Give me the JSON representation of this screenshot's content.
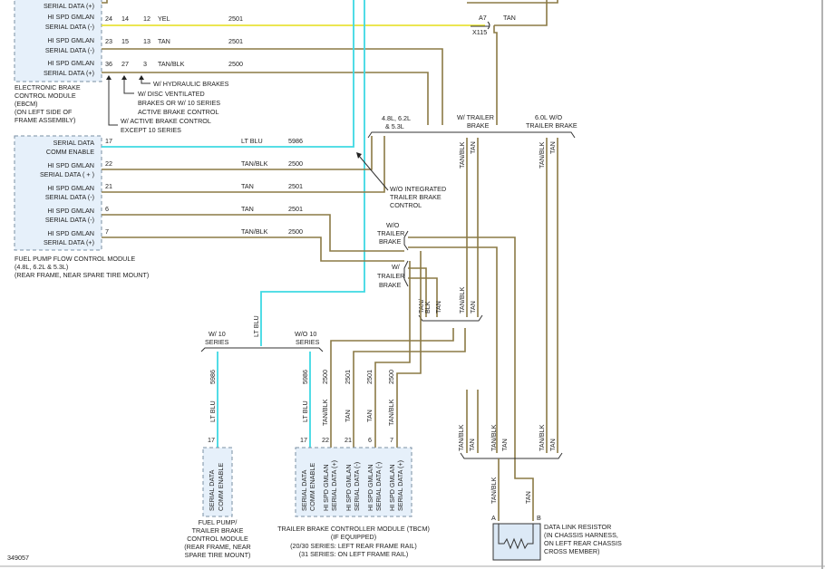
{
  "ebcm": {
    "pins": [
      {
        "label1": "SERIAL DATA (+)",
        "label2": "",
        "cav": "",
        "a": "",
        "b": "",
        "color": "",
        "circuit": ""
      },
      {
        "label1": "HI SPD GMLAN",
        "label2": "SERIAL DATA (-)",
        "cav": "24",
        "a": "14",
        "b": "12",
        "color": "YEL",
        "circuit": "2501"
      },
      {
        "label1": "HI SPD GMLAN",
        "label2": "SERIAL DATA (-)",
        "cav": "23",
        "a": "15",
        "b": "13",
        "color": "TAN",
        "circuit": "2501"
      },
      {
        "label1": "HI SPD GMLAN",
        "label2": "SERIAL DATA (+)",
        "cav": "36",
        "a": "27",
        "b": "3",
        "color": "TAN/BLK",
        "circuit": "2500"
      }
    ],
    "name_lines": [
      "ELECTRONIC BRAKE",
      "CONTROL MODULE",
      "(EBCM)",
      "(ON LEFT SIDE OF",
      "FRAME ASSEMBLY)"
    ],
    "notes": [
      "W/ HYDRAULIC BRAKES",
      "W/ DISC VENTILATED",
      "BRAKES OR W/ 10 SERIES",
      "ACTIVE BRAKE CONTROL",
      "W/ ACTIVE BRAKE CONTROL",
      "EXCEPT 10 SERIES"
    ]
  },
  "x115": {
    "cavity": "A7",
    "color": "TAN",
    "name": "X115"
  },
  "fpfcm": {
    "pins": [
      {
        "label1": "SERIAL DATA",
        "label2": "COMM ENABLE",
        "cav": "17",
        "color": "LT BLU",
        "circuit": "5986"
      },
      {
        "label1": "HI SPD GMLAN",
        "label2": "SERIAL DATA ( + )",
        "cav": "22",
        "color": "TAN/BLK",
        "circuit": "2500"
      },
      {
        "label1": "HI SPD GMLAN",
        "label2": "SERIAL DATA (-)",
        "cav": "21",
        "color": "TAN",
        "circuit": "2501"
      },
      {
        "label1": "HI SPD GMLAN",
        "label2": "SERIAL DATA (-)",
        "cav": "6",
        "color": "TAN",
        "circuit": "2501"
      },
      {
        "label1": "HI SPD GMLAN",
        "label2": "SERIAL DATA (+)",
        "cav": "7",
        "color": "TAN/BLK",
        "circuit": "2500"
      }
    ],
    "name_lines": [
      "FUEL PUMP FLOW CONTROL MODULE",
      "(4.8L, 6.2L & 5.3L)",
      "(REAR FRAME, NEAR SPARE TIRE MOUNT)"
    ]
  },
  "options": {
    "engine_lines": [
      "4.8L, 6.2L",
      "& 5.3L"
    ],
    "with_trailer_lines": [
      "W/ TRAILER",
      "BRAKE"
    ],
    "six_liter_lines": [
      "6.0L W/O",
      "TRAILER BRAKE"
    ],
    "wo_integrated_lines": [
      "W/O INTEGRATED",
      "TRAILER BRAKE",
      "CONTROL"
    ],
    "wo_trailer_lines": [
      "W/O",
      "TRAILER",
      "BRAKE"
    ],
    "w_trailer_lines": [
      "W/",
      "TRAILER",
      "BRAKE"
    ],
    "w10_lines": [
      "W/ 10",
      "SERIES"
    ],
    "wo10_lines": [
      "W/O 10",
      "SERIES"
    ]
  },
  "wire_labels": {
    "tan": "TAN",
    "tan_blk": "TAN/BLK",
    "tan_slash": "TAN/",
    "blk": "BLK",
    "lt_blu": "LT BLU",
    "c5986": "5986",
    "c2500": "2500",
    "c2501": "2501"
  },
  "fuel_pump_tbcm": {
    "pin_label_lines": [
      "SERIAL DATA",
      "COMM ENABLE"
    ],
    "cav": "17",
    "name_lines": [
      "FUEL PUMP/",
      "TRAILER BRAKE",
      "CONTROL MODULE",
      "(REAR FRAME, NEAR",
      "SPARE TIRE MOUNT)"
    ]
  },
  "tbcm": {
    "pins": [
      {
        "label1": "SERIAL DATA",
        "label2": "COMM ENABLE",
        "cav": "17"
      },
      {
        "label1": "HI SPD GMLAN",
        "label2": "SERIAL DATA (+)",
        "cav": "22"
      },
      {
        "label1": "HI SPD GMLAN",
        "label2": "SERIAL DATA (-)",
        "cav": "21"
      },
      {
        "label1": "HI SPD GMLAN",
        "label2": "SERIAL DATA (-)",
        "cav": "6"
      },
      {
        "label1": "HI SPD GMLAN",
        "label2": "SERIAL DATA (+)",
        "cav": "7"
      }
    ],
    "name_lines": [
      "TRAILER BRAKE CONTROLLER MODULE (TBCM)",
      "(IF EQUIPPED)",
      "(20/30 SERIES: LEFT REAR FRAME RAIL)",
      "(31 SERIES: ON LEFT FRAME RAIL)"
    ]
  },
  "resistor": {
    "pin_a": "A",
    "pin_b": "B",
    "name_lines": [
      "DATA LINK RESISTOR",
      "(IN CHASSIS HARNESS,",
      "ON LEFT REAR CHASSIS",
      "CROSS MEMBER)"
    ]
  },
  "figure_id": "349057",
  "colors": {
    "tan_wire": "#8b7a45",
    "lt_blu_wire": "#3ed9e3",
    "yel_wire": "#e8e23a",
    "module_fill": "#e6f0fa"
  }
}
